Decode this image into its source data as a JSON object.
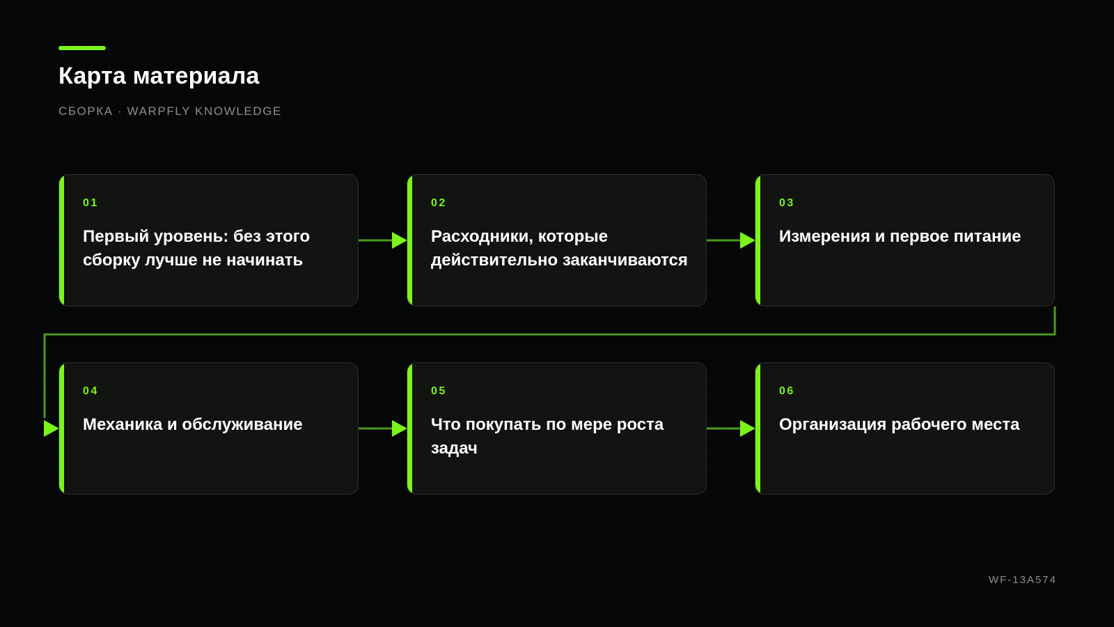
{
  "header": {
    "title": "Карта материала",
    "subtitle": "СБОРКА · WARPFLY KNOWLEDGE"
  },
  "steps": [
    {
      "number": "01",
      "title": "Первый уровень: без этого сборку лучше не начинать"
    },
    {
      "number": "02",
      "title": "Расходники, которые действительно заканчиваются"
    },
    {
      "number": "03",
      "title": "Измерения и первое питание"
    },
    {
      "number": "04",
      "title": "Механика и обслуживание"
    },
    {
      "number": "05",
      "title": "Что покупать по мере роста задач"
    },
    {
      "number": "06",
      "title": "Организация рабочего места"
    }
  ],
  "footer": {
    "code": "WF-13A574"
  },
  "colors": {
    "accent": "#7cf41c",
    "background": "#050706",
    "card": "#121412",
    "connector_line": "#4a9a1c"
  }
}
